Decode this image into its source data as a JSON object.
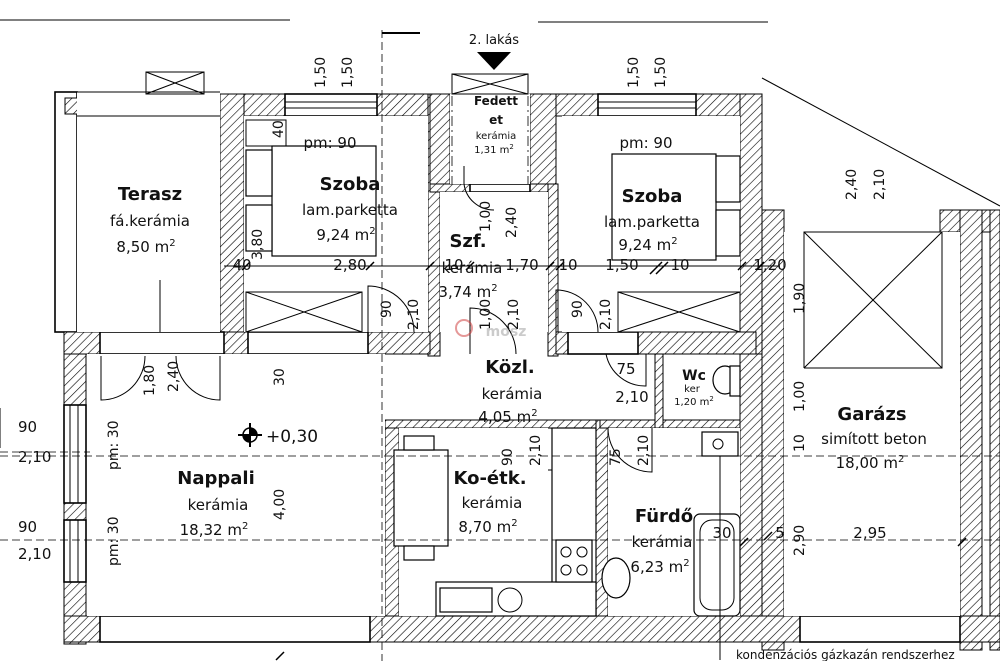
{
  "top_label": "2. lakás",
  "rooms": {
    "terasz": {
      "name": "Terasz",
      "material": "fá.kerámia",
      "area": "8,50 m",
      "sup": "2"
    },
    "szoba1": {
      "name": "Szoba",
      "material": "lam.parketta",
      "area": "9,24 m",
      "sup": "2",
      "note": "pm: 90"
    },
    "szoba2": {
      "name": "Szoba",
      "material": "lam.parketta",
      "area": "9,24 m",
      "sup": "2",
      "note": "pm: 90"
    },
    "fedett": {
      "name_line1": "Fedett",
      "name_line2": "et",
      "material": "kerámia",
      "area": "1,31 m",
      "sup": "2"
    },
    "szf": {
      "name": "Szf.",
      "material": "kerámia",
      "area": "3,74 m",
      "sup": "2"
    },
    "kozl": {
      "name": "Közl.",
      "material": "kerámia",
      "area": "4,05 m",
      "sup": "2"
    },
    "wc": {
      "name": "Wc",
      "material": "ker",
      "area": "1,20 m",
      "sup": "2"
    },
    "nappali": {
      "name": "Nappali",
      "material": "kerámia",
      "area": "18,32 m",
      "sup": "2",
      "note": "pm: 30"
    },
    "koetk": {
      "name": "Ko-étk.",
      "material": "kerámia",
      "area": "8,70 m",
      "sup": "2"
    },
    "furdo": {
      "name": "Fürdő",
      "material": "kerámia",
      "area": "6,23 m",
      "sup": "2"
    },
    "garazs": {
      "name": "Garázs",
      "material": "simított beton",
      "area": "18,00 m",
      "sup": "2"
    }
  },
  "level_mark": "+0,30",
  "watermark": "mosz",
  "footnote": "kondenzációs gázkazán rendszerhez",
  "dims": {
    "top_a": "1,50",
    "top_b": "1,50",
    "top_c": "1,50",
    "top_d": "1,50",
    "d240_gar": "2,40",
    "d210_gar": "2,10",
    "d240_szf": "2,40",
    "d100_szf": "1,00",
    "d40_a": "40",
    "d40_b": "40",
    "d380": "3,80",
    "d280": "2,80",
    "d10_a": "10",
    "d170": "1,70",
    "d10_b": "10",
    "d150": "1,50",
    "d10_c": "10",
    "d120": "1,20",
    "d90_door1": "90",
    "d210_door1": "2,10",
    "d100_door2": "1,00",
    "d210_door2": "2,10",
    "d90_door3": "90",
    "d210_door3": "2,10",
    "d190": "1,90",
    "d100_gar": "1,00",
    "d10_gar": "10",
    "d30_naps": "30",
    "d180": "1,80",
    "d240_ter": "2,40",
    "d75_wc": "75",
    "d210_wc": "2,10",
    "d90_kon": "90",
    "d210_kon": "2,10",
    "d75_fur": "75",
    "d210_fur": "2,10",
    "left_90a": "90",
    "left_210a": "2,10",
    "left_90b": "90",
    "left_210b": "2,10",
    "d400": "4,00",
    "d30_bath": "30",
    "d5": "5",
    "d290": "2,90",
    "d295": "2,95",
    "pm30_a": "pm: 30",
    "pm30_b": "pm: 30"
  }
}
